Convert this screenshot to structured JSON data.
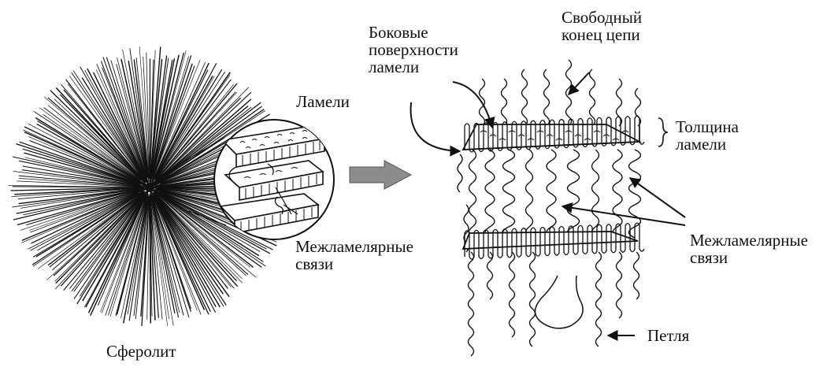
{
  "labels": {
    "spherulite": "Сферолит",
    "lamellae": "Ламели",
    "interlamellar_left": [
      "Межламелярные",
      "связи"
    ],
    "side_surfaces": [
      "Боковые",
      "поверхности",
      "ламели"
    ],
    "free_chain_end": [
      "Свободный",
      "конец цепи"
    ],
    "lamella_thickness": [
      "Толщина",
      "ламели"
    ],
    "interlamellar_right": [
      "Межламелярные",
      "связи"
    ],
    "loop": "Петля"
  },
  "colors": {
    "ink": "#111111",
    "process_arrow": "#8c8c8c"
  }
}
